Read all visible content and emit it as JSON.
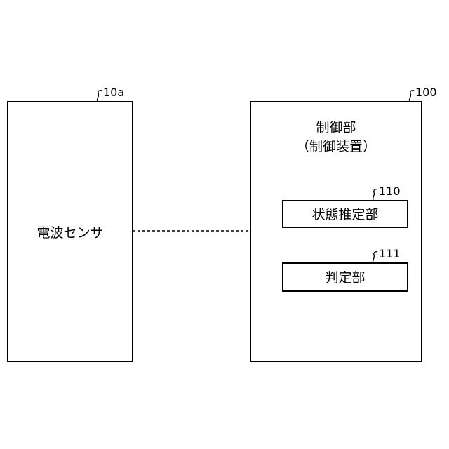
{
  "sensor": {
    "label": "電波センサ",
    "ref": "10a"
  },
  "controller": {
    "ref": "100",
    "title": "制御部",
    "subtitle": "（制御装置）",
    "modules": [
      {
        "ref": "110",
        "label": "状態推定部"
      },
      {
        "ref": "111",
        "label": "判定部"
      }
    ]
  },
  "colors": {
    "stroke": "#000000",
    "background": "#ffffff"
  }
}
